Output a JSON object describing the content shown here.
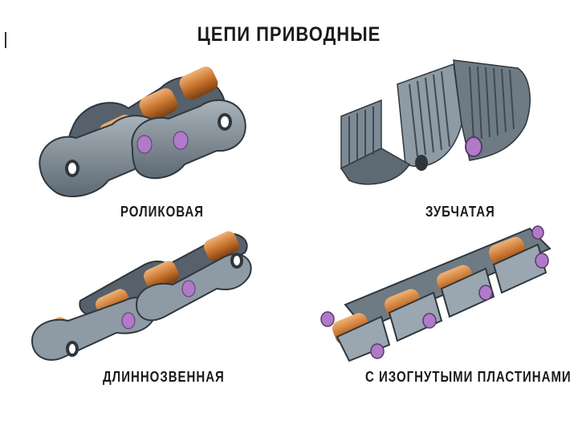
{
  "title": "ЦЕПИ ПРИВОДНЫЕ",
  "panels": [
    {
      "caption": "РОЛИКОВАЯ",
      "illustration": "roller-chain"
    },
    {
      "caption": "ЗУБЧАТАЯ",
      "illustration": "toothed-chain"
    },
    {
      "caption": "ДЛИННОЗВЕННАЯ",
      "illustration": "long-link-chain"
    },
    {
      "caption": "С ИЗОГНУТЫМИ ПЛАСТИНАМИ",
      "illustration": "bent-plate-chain"
    }
  ],
  "colors": {
    "plate": "#7d8a95",
    "plate_dark": "#3f4a53",
    "plate_light": "#a9b3bb",
    "roller": "#c8742e",
    "roller_light": "#f0b277",
    "pin": "#b07ac9",
    "pin_light": "#d9b3ea"
  }
}
